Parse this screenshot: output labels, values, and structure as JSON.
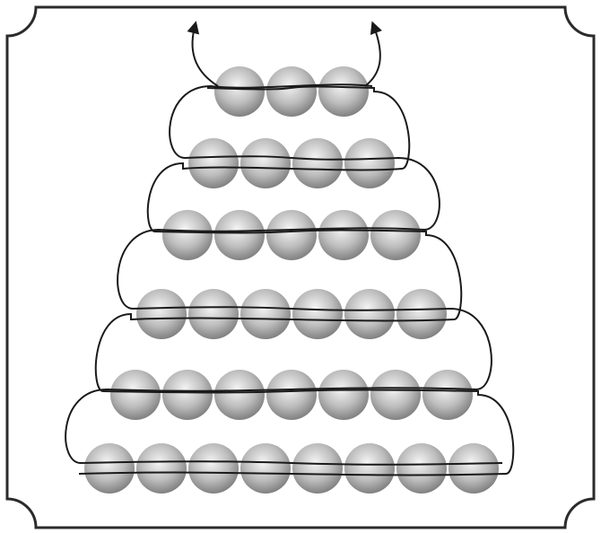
{
  "diagram": {
    "type": "bead-weaving-pattern",
    "rows": [
      3,
      4,
      5,
      6,
      7,
      8
    ],
    "thread_exits": 2,
    "colors": {
      "background": "#ffffff",
      "frame_stroke": "#2b2b2b",
      "bead_highlight": "#f5f5f5",
      "bead_mid": "#bdbdbd",
      "bead_shadow": "#7a7a7a",
      "thread": "#1a1a1a"
    },
    "icons": {
      "frame": "notched-frame-border",
      "bead": "round-bead",
      "thread": "thread-path",
      "arrow": "arrow-up-icon"
    }
  }
}
